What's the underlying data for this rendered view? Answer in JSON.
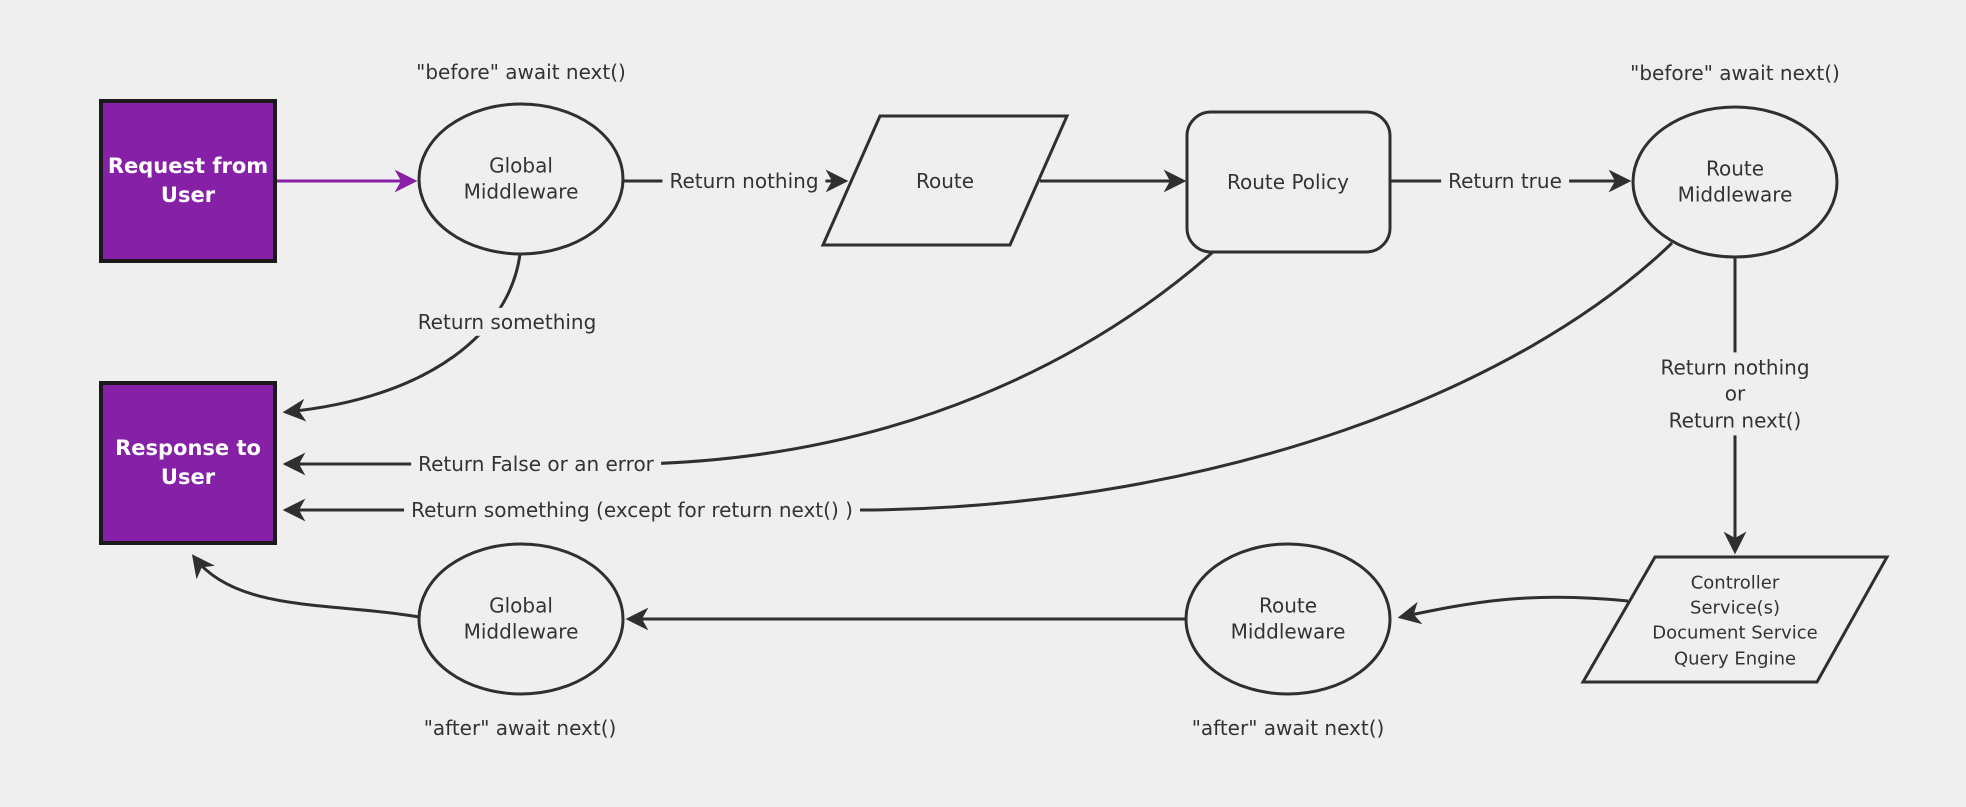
{
  "diagram": {
    "description": "Request / response middleware flow diagram",
    "background": "#efefef",
    "colors": {
      "accent_purple": "#8621a7",
      "node_fill": "#efefef",
      "line_stroke": "#2f2f2f",
      "box_border": "#1a1a1a",
      "box_text": "#ffffff",
      "text": "#333333"
    },
    "nodes": {
      "request": {
        "label": "Request from\nUser",
        "shape": "rect-filled"
      },
      "response": {
        "label": "Response to\nUser",
        "shape": "rect-filled"
      },
      "global_mw_top": {
        "label": "Global\nMiddleware",
        "shape": "ellipse"
      },
      "route": {
        "label": "Route",
        "shape": "parallelogram"
      },
      "route_policy": {
        "label": "Route Policy",
        "shape": "rounded-rect"
      },
      "route_mw_top": {
        "label": "Route\nMiddleware",
        "shape": "ellipse"
      },
      "controller": {
        "label": "Controller\nService(s)\nDocument Service\nQuery Engine",
        "shape": "parallelogram"
      },
      "route_mw_bottom": {
        "label": "Route\nMiddleware",
        "shape": "ellipse"
      },
      "global_mw_bottom": {
        "label": "Global\nMiddleware",
        "shape": "ellipse"
      }
    },
    "edge_labels": {
      "return_nothing": "Return nothing",
      "return_true": "Return true",
      "return_something": "Return something",
      "return_false_or_error": "Return False or an error",
      "return_something_except": "Return something (except for return next() )",
      "return_nothing_or_next": "Return nothing\nor\nReturn next()"
    },
    "annotations": {
      "before_await_left": "\"before\" await next()",
      "before_await_right": "\"before\" await next()",
      "after_await_left": "\"after\" await next()",
      "after_await_right": "\"after\" await next()"
    }
  }
}
